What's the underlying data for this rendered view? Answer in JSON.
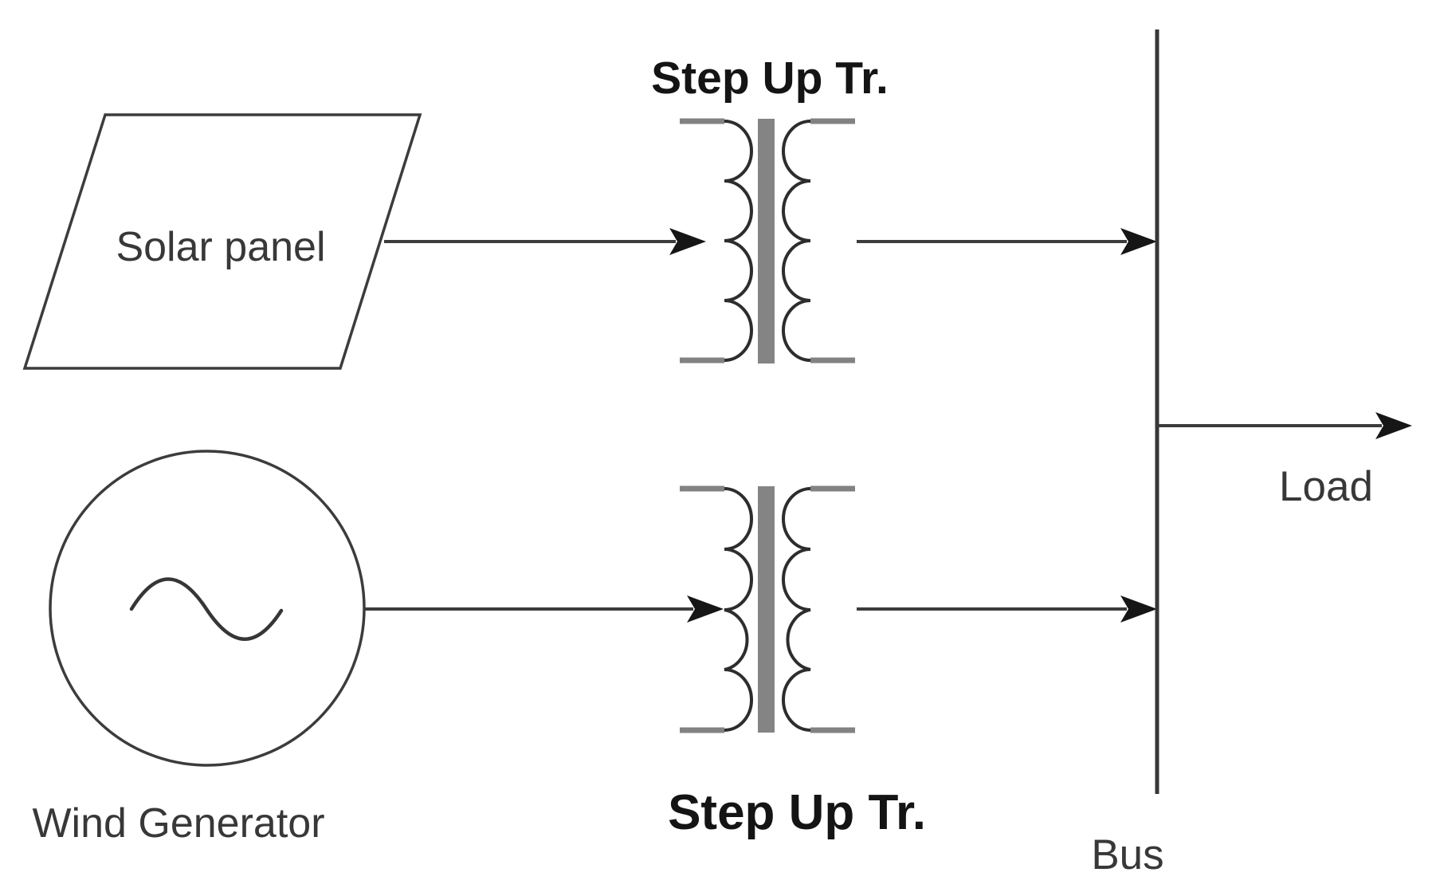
{
  "diagram": {
    "type": "power-system-single-line-diagram",
    "nodes": {
      "solar_panel": {
        "label": "Solar panel",
        "shape": "parallelogram"
      },
      "wind_generator": {
        "label": "Wind Generator",
        "shape": "circle-ac-source"
      },
      "transformer_top": {
        "label": "Step Up Tr.",
        "shape": "two-winding-transformer"
      },
      "transformer_bottom": {
        "label": "Step Up Tr.",
        "shape": "two-winding-transformer"
      },
      "bus": {
        "label": "Bus",
        "shape": "vertical-busbar"
      },
      "load": {
        "label": "Load",
        "shape": "arrow-out"
      }
    },
    "connections": [
      {
        "from": "solar_panel",
        "to": "transformer_top",
        "style": "arrow"
      },
      {
        "from": "transformer_top",
        "to": "bus",
        "style": "arrow"
      },
      {
        "from": "wind_generator",
        "to": "transformer_bottom",
        "style": "arrow"
      },
      {
        "from": "transformer_bottom",
        "to": "bus",
        "style": "arrow"
      },
      {
        "from": "bus",
        "to": "load",
        "style": "arrow"
      }
    ],
    "colors": {
      "stroke-dark": "#3c3c3c",
      "stroke-coil": "#2d2d2d",
      "lead-gray": "#828282",
      "core-gray": "#848484",
      "arrow-fill": "#161616",
      "text-dark": "#383838",
      "text-bold": "#141414",
      "bg": "#ffffff"
    }
  }
}
